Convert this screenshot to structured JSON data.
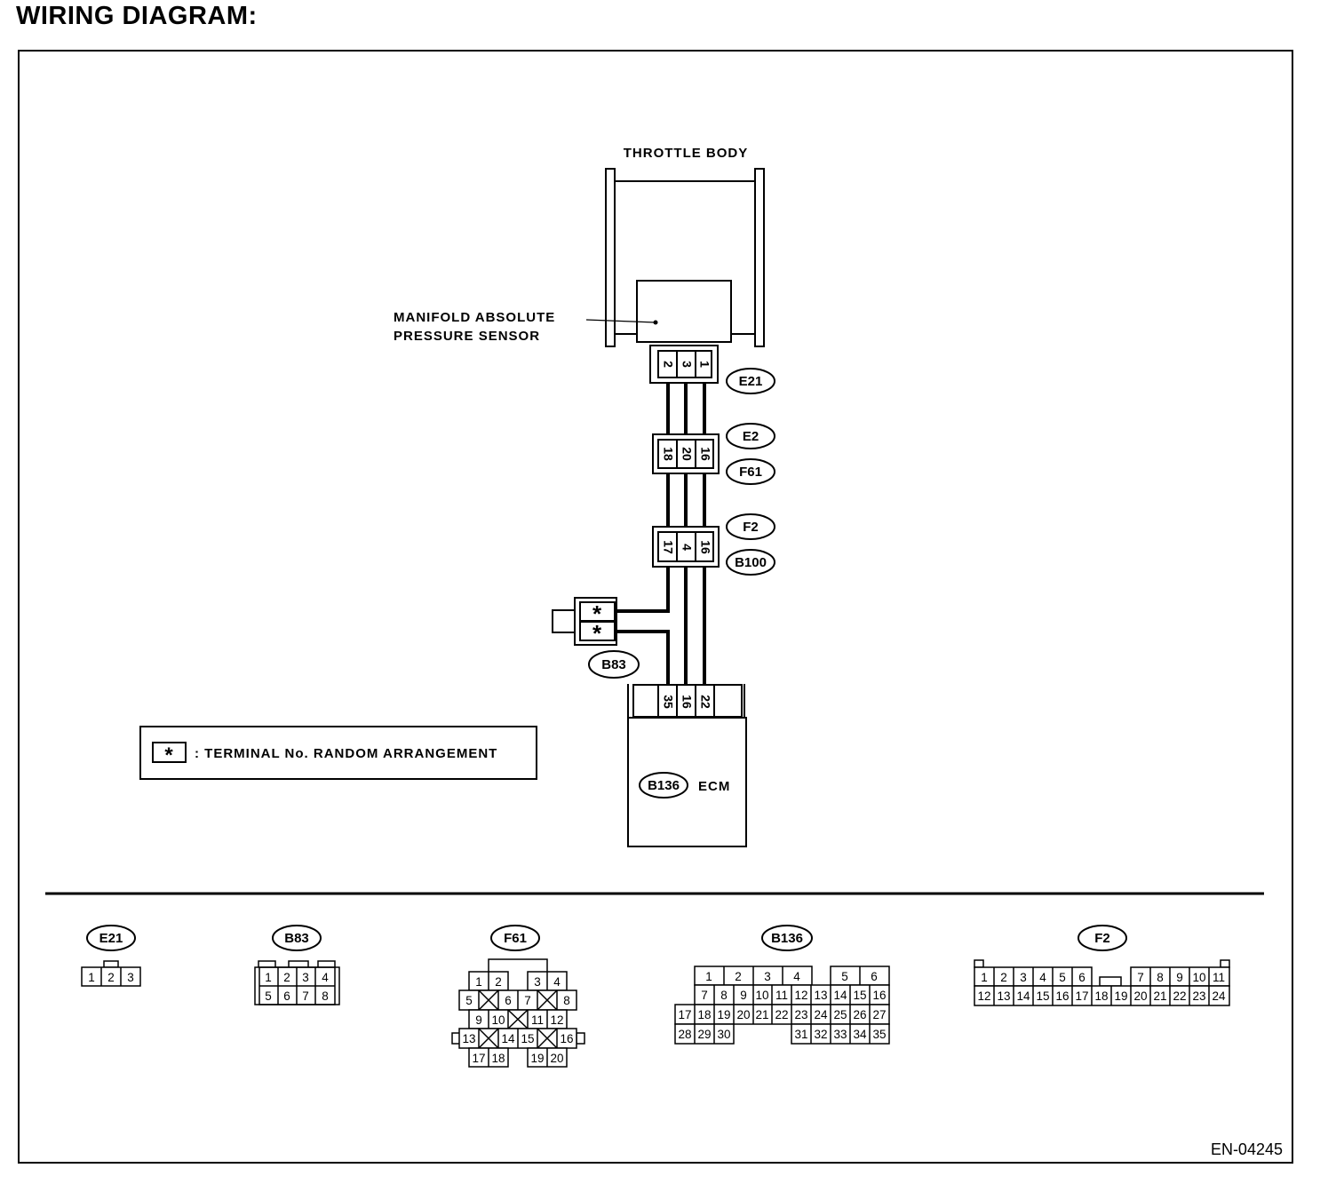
{
  "page": {
    "title": "WIRING DIAGRAM:",
    "figure_code": "EN-04245"
  },
  "components": {
    "throttle_body": "THROTTLE BODY",
    "map_sensor": [
      "MANIFOLD ABSOLUTE",
      "PRESSURE SENSOR"
    ],
    "ecm": {
      "connector": "B136",
      "label": "ECM"
    }
  },
  "connectors": {
    "e21": {
      "tag": "E21",
      "pins": [
        "2",
        "3",
        "1"
      ]
    },
    "e2_f61": {
      "tags": [
        "E2",
        "F61"
      ],
      "pins": [
        "18",
        "20",
        "16"
      ]
    },
    "f2_b100": {
      "tags": [
        "F2",
        "B100"
      ],
      "pins": [
        "17",
        "4",
        "16"
      ]
    },
    "b83": {
      "tag": "B83",
      "pins": [
        "*",
        "*"
      ]
    },
    "b136": {
      "pins": [
        "35",
        "16",
        "22"
      ]
    }
  },
  "legend": {
    "symbol": "*",
    "text": ": TERMINAL No. RANDOM ARRANGEMENT"
  },
  "faces": {
    "e21": {
      "tag": "E21",
      "row": [
        "1",
        "2",
        "3"
      ]
    },
    "b83": {
      "tag": "B83",
      "row1": [
        "1",
        "2",
        "3",
        "4"
      ],
      "row2": [
        "5",
        "6",
        "7",
        "8"
      ]
    },
    "f61": {
      "tag": "F61",
      "r1": [
        "1",
        "2",
        "3",
        "4"
      ],
      "r2": [
        "5",
        "6",
        "7",
        "8"
      ],
      "r3": [
        "9",
        "10",
        "11",
        "12"
      ],
      "r4": [
        "13",
        "14",
        "15",
        "16"
      ],
      "r5": [
        "17",
        "18",
        "19",
        "20"
      ]
    },
    "b136": {
      "tag": "B136",
      "r1": [
        "1",
        "2",
        "3",
        "4",
        "5",
        "6"
      ],
      "r2": [
        "7",
        "8",
        "9",
        "10",
        "11",
        "12",
        "13",
        "14",
        "15",
        "16"
      ],
      "r3": [
        "17",
        "18",
        "19",
        "20",
        "21",
        "22",
        "23",
        "24",
        "25",
        "26",
        "27"
      ],
      "r4": [
        "28",
        "29",
        "30",
        "31",
        "32",
        "33",
        "34",
        "35"
      ]
    },
    "f2": {
      "tag": "F2",
      "r1": [
        "1",
        "2",
        "3",
        "4",
        "5",
        "6",
        "7",
        "8",
        "9",
        "10",
        "11"
      ],
      "r2": [
        "12",
        "13",
        "14",
        "15",
        "16",
        "17",
        "18",
        "19",
        "20",
        "21",
        "22",
        "23",
        "24"
      ]
    }
  }
}
